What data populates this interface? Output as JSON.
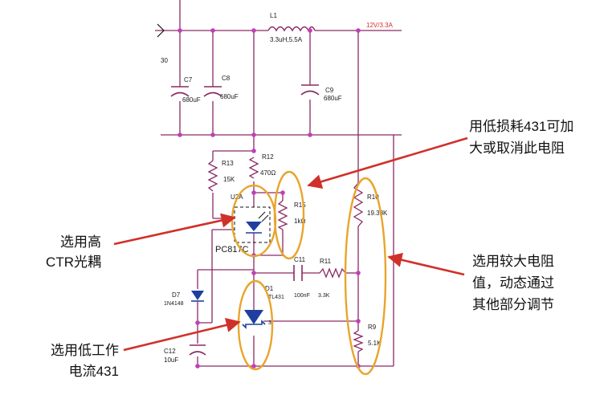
{
  "components": {
    "l1": {
      "ref": "L1",
      "value": "3.3uH,5.5A"
    },
    "c7": {
      "ref": "C7",
      "value": "680uF"
    },
    "c8": {
      "ref": "C8",
      "value": "680uF"
    },
    "c9": {
      "ref": "C9",
      "value": "680uF"
    },
    "r12": {
      "ref": "R12",
      "value": "470Ω"
    },
    "r13": {
      "ref": "R13",
      "value": "15K"
    },
    "u2": {
      "ref": "U2A",
      "part": "PC817C"
    },
    "r15": {
      "ref": "R15",
      "value": "1kΩ"
    },
    "c11": {
      "ref": "C11",
      "value": "100nF"
    },
    "r11": {
      "ref": "R11",
      "value": "3.3K"
    },
    "r10": {
      "ref": "R10",
      "value": "19.38K"
    },
    "r9": {
      "ref": "R9",
      "value": "5.1K"
    },
    "d1": {
      "ref": "D1",
      "part": "TL431",
      "pin3": "3"
    },
    "d7": {
      "ref": "D7",
      "part": "1N4148"
    },
    "c12": {
      "ref": "C12",
      "value": "10uF"
    }
  },
  "output_label": "12V/3.3A",
  "edge_fragment": "30",
  "annotations": {
    "top_right": {
      "line1": "用低损耗431可加",
      "line2": "大或取消此电阻"
    },
    "left_upper": {
      "line1": "选用高",
      "line2": "CTR光耦"
    },
    "right_middle": {
      "line1": "选用较大电阻",
      "line2": "值，动态通过",
      "line3": "其他部分调节"
    },
    "left_lower": {
      "line1": "选用低工作",
      "line2": "电流431"
    }
  },
  "colors": {
    "wire": "#8a2a66",
    "highlight": "#e8a52c",
    "arrow": "#d0302a",
    "node": "#c040b8",
    "diode_fill": "#1f3fa0"
  }
}
